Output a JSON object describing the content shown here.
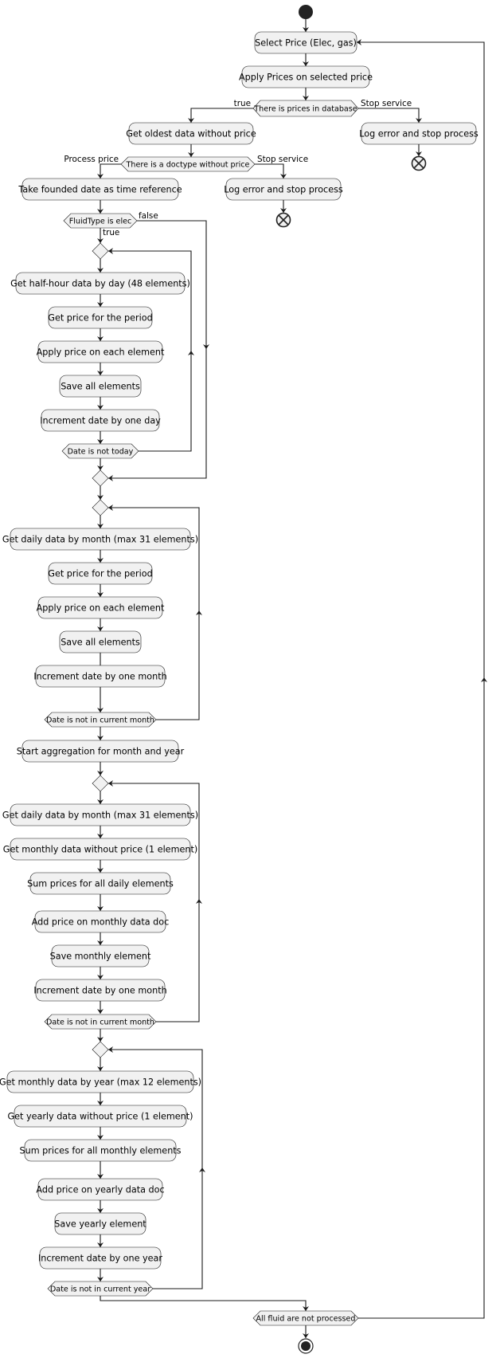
{
  "actions": {
    "select_price": "Select Price (Elec, gas)",
    "apply_prices": "Apply Prices on selected price",
    "get_oldest": "Get oldest data without price",
    "log_error_1": "Log error and stop process",
    "take_date": "Take founded date as time reference",
    "log_error_2": "Log error and stop process",
    "get_halfhour": "Get half-hour data by day (48 elements)",
    "get_price_period_1": "Get price for the period",
    "apply_price_1": "Apply price on each element",
    "save_all_1": "Save all elements",
    "increment_day": "Increment date by one day",
    "get_daily_1": "Get daily data by month (max 31 elements)",
    "get_price_period_2": "Get price for the period",
    "apply_price_2": "Apply price on each element",
    "save_all_2": "Save all elements",
    "increment_month_1": "Increment date by one month",
    "start_aggregation": "Start aggregation for month and year",
    "get_daily_2": "Get daily data by month (max 31 elements)",
    "get_monthly_noprice": "Get monthly data without price (1 element)",
    "sum_daily": "Sum prices for all daily elements",
    "add_monthly": "Add price on monthly data doc",
    "save_monthly": "Save monthly element",
    "increment_month_2": "Increment date by one month",
    "get_monthly_year": "Get monthly data by year (max 12 elements)",
    "get_yearly_noprice": "Get yearly data without price (1 element)",
    "sum_monthly": "Sum prices for all monthly elements",
    "add_yearly": "Add price on yearly data doc",
    "save_yearly": "Save yearly element",
    "increment_year": "Increment date by one year"
  },
  "decisions": {
    "prices_in_db": "There is prices in database",
    "doctype_without_price": "There is a doctype without price",
    "fluidtype_elec": "FluidType is elec",
    "date_not_today": "Date is not today",
    "not_current_month_1": "Date is not in current month",
    "not_current_month_2": "Date is not in current month",
    "not_current_year": "Date is not in current year",
    "all_fluid_not_processed": "All fluid are not processed"
  },
  "labels": {
    "true_1": "true",
    "stop_service_1": "Stop service",
    "process_price": "Process price",
    "stop_service_2": "Stop service",
    "false_1": "false",
    "true_2": "true"
  }
}
